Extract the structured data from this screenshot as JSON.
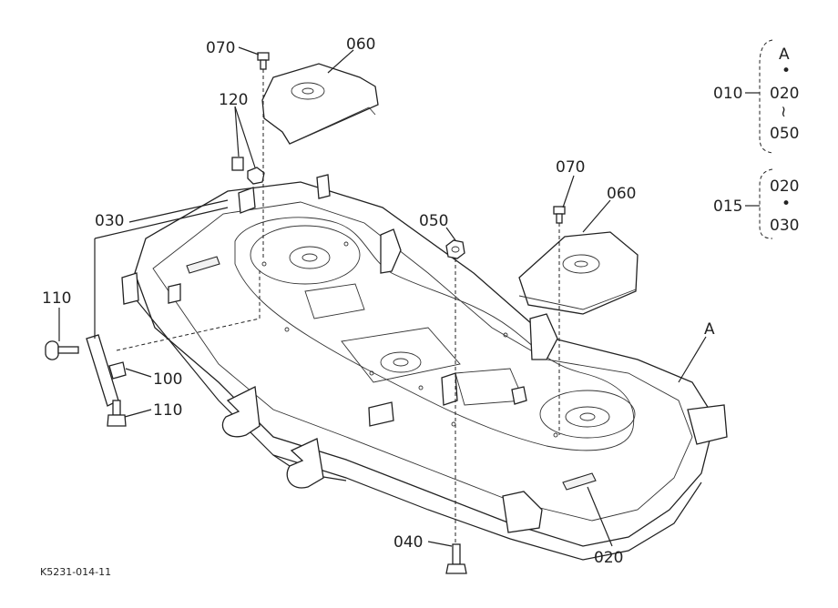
{
  "diagram": {
    "drawing_code": "K5231-014-11",
    "callouts": {
      "c010": "010",
      "c015": "015",
      "c020": "020",
      "c030": "030",
      "c040": "040",
      "c050": "050",
      "c060_left": "060",
      "c060_right": "060",
      "c070_left": "070",
      "c070_right": "070",
      "c100": "100",
      "c110_top": "110",
      "c110_bottom": "110",
      "c120": "120",
      "cA": "A"
    },
    "legend": {
      "g010": {
        "top": "A",
        "dot": "•",
        "mid": "020",
        "tilde": "≀",
        "bottom": "050"
      },
      "g015": {
        "top": "020",
        "dot": "•",
        "bottom": "030"
      }
    }
  }
}
